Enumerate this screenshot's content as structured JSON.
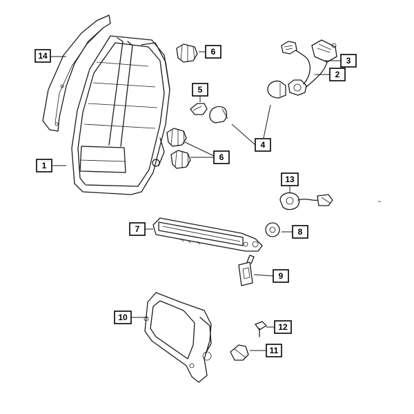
{
  "callouts": [
    {
      "id": "1",
      "label": "1"
    },
    {
      "id": "2",
      "label": "2"
    },
    {
      "id": "3",
      "label": "3"
    },
    {
      "id": "4",
      "label": "4"
    },
    {
      "id": "5",
      "label": "5"
    },
    {
      "id": "6a",
      "label": "6"
    },
    {
      "id": "6b",
      "label": "6"
    },
    {
      "id": "7",
      "label": "7"
    },
    {
      "id": "8",
      "label": "8"
    },
    {
      "id": "9",
      "label": "9"
    },
    {
      "id": "10",
      "label": "10"
    },
    {
      "id": "11",
      "label": "11"
    },
    {
      "id": "12",
      "label": "12"
    },
    {
      "id": "13",
      "label": "13"
    },
    {
      "id": "14",
      "label": "14"
    }
  ]
}
